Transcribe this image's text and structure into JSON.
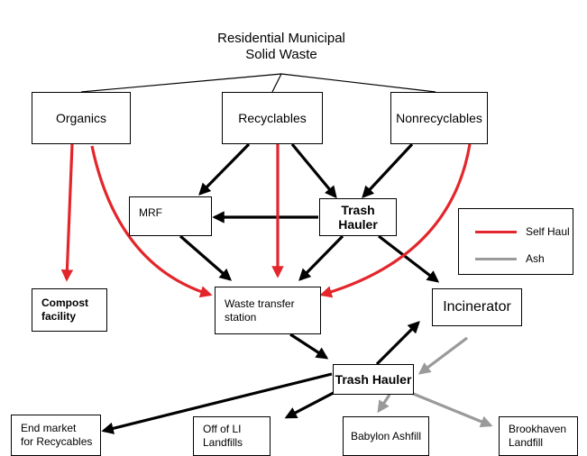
{
  "title": {
    "line1": "Residential Municipal",
    "line2": "Solid Waste"
  },
  "nodes": {
    "organics": "Organics",
    "recyclables": "Recyclables",
    "nonrecyclables": "Nonrecyclables",
    "mrf": "MRF",
    "trash_hauler_top": "Trash Hauler",
    "compost_line1": "Compost",
    "compost_line2": "facility",
    "transfer_line1": "Waste transfer",
    "transfer_line2": "station",
    "incinerator": "Incinerator",
    "trash_hauler_bottom": "Trash Hauler",
    "end_market_line1": "End market",
    "end_market_line2": "for Recycables",
    "off_li_line1": "Off of LI",
    "off_li_line2": "Landfills",
    "babylon": "Babylon Ashfill",
    "brookhaven_line1": "Brookhaven",
    "brookhaven_line2": "Landfill"
  },
  "legend": {
    "self_haul": "Self Haul",
    "ash": "Ash"
  },
  "colors": {
    "flow": "#000000",
    "self_haul": "#e3262b",
    "ash": "#9a9a9a"
  }
}
